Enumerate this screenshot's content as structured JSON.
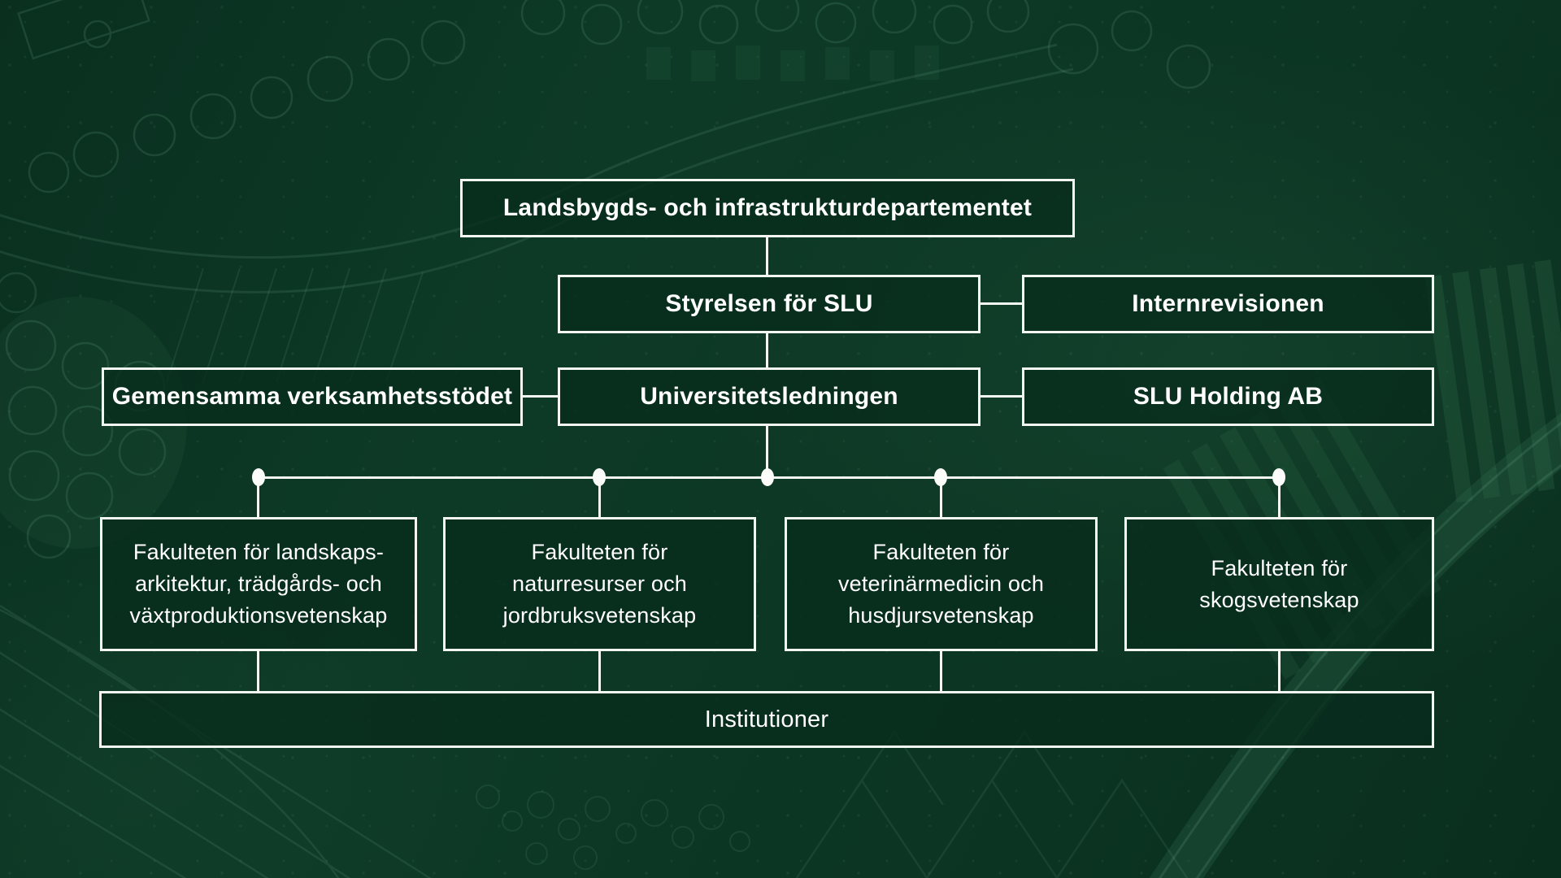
{
  "org_chart": {
    "nodes": {
      "department": {
        "label": "Landsbygds- och infrastrukturdepartementet"
      },
      "board": {
        "label": "Styrelsen för SLU"
      },
      "internal_audit": {
        "label": "Internrevisionen"
      },
      "shared_support": {
        "label": "Gemensamma verksamhetsstödet"
      },
      "university_management": {
        "label": "Universitetsledningen"
      },
      "holding": {
        "label": "SLU Holding AB"
      },
      "faculty_landscape": {
        "lines": [
          "Fakulteten för landskaps-",
          "arkitektur, trädgårds- och",
          "växtproduktionsvetenskap"
        ]
      },
      "faculty_natural_resources": {
        "lines": [
          "Fakulteten för",
          "naturresurser och",
          "jordbruksvetenskap"
        ]
      },
      "faculty_veterinary": {
        "lines": [
          "Fakulteten för",
          "veterinärmedicin och",
          "husdjursvetenskap"
        ]
      },
      "faculty_forest": {
        "lines": [
          "Fakulteten för",
          "skogsvetenskap"
        ]
      },
      "departments": {
        "label": "Institutioner"
      }
    },
    "colors": {
      "background": "#0c3523",
      "box_fill": "#082c1c",
      "box_border": "#f4f6f1",
      "connector": "#f4f6f1",
      "text": "#ffffff",
      "sketch_accent": "#86c7a4"
    }
  }
}
